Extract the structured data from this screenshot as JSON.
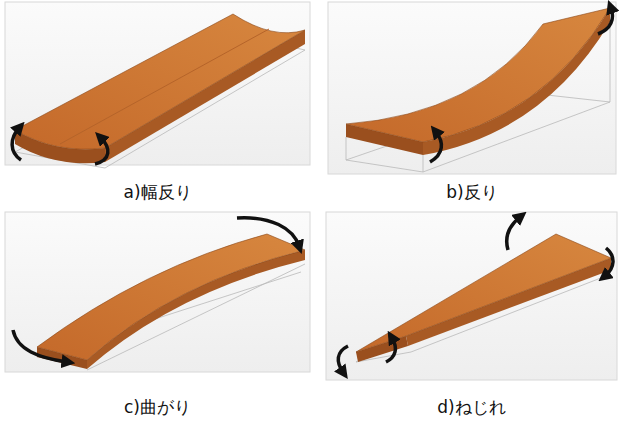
{
  "diagram": {
    "nodes": [
      {
        "text": [
          "a)幅反り"
        ]
      },
      {
        "text": [
          "b)反り"
        ]
      },
      {
        "text": [
          "c)曲がり"
        ]
      },
      {
        "text": [
          "d)ねじれ"
        ]
      }
    ]
  }
}
